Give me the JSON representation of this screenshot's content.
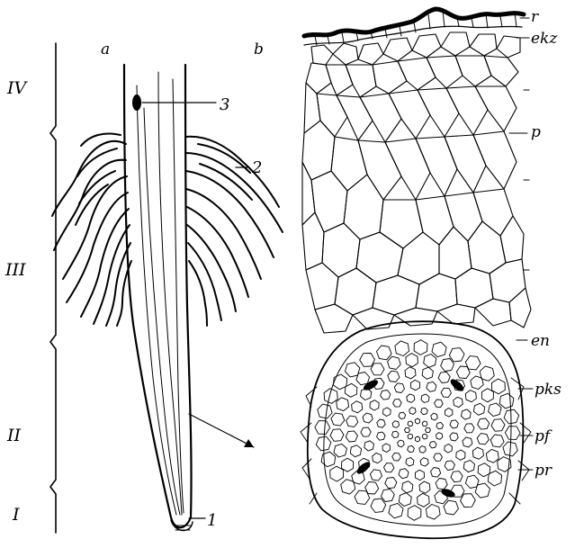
{
  "figure": {
    "panel_labels": [
      "a",
      "b"
    ],
    "zone_labels": [
      "IV",
      "III",
      "II",
      "I"
    ],
    "root_callouts": [
      "3",
      "2",
      "1"
    ],
    "section_labels": [
      "r",
      "ekz",
      "p",
      "en",
      "pks",
      "pf",
      "pr"
    ]
  }
}
